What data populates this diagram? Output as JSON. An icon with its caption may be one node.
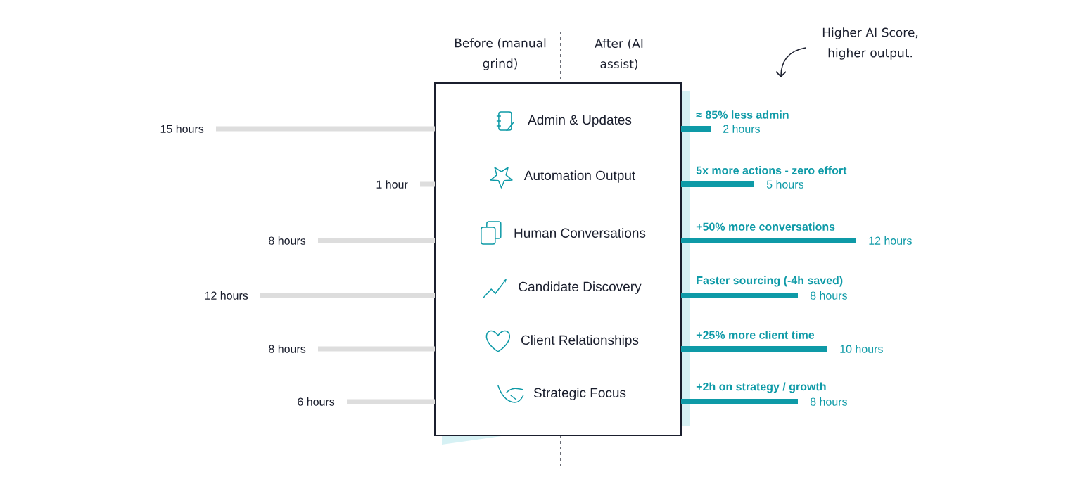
{
  "diagram": {
    "nodes": [
      {
        "text": [],
        "shape": "box"
      },
      {
        "text": [
          "Admin & Updates"
        ],
        "in": 0
      },
      {
        "text": [
          "Automation Output"
        ],
        "in": 0
      },
      {
        "text": [
          "Human Conversations"
        ],
        "in": 0
      },
      {
        "text": [
          "Candidate Discovery"
        ],
        "in": 0
      },
      {
        "text": [
          "Client Relationships"
        ],
        "in": 0
      },
      {
        "text": [
          "Strategic Focus"
        ],
        "in": 0
      }
    ],
    "labels": [
      "Before (manual grind)",
      "After (AI assist)",
      "Higher AI Score, higher output.",
      "15 hours",
      "≈ 85% less admin",
      "2 hours",
      "1 hour",
      "5x more actions - zero effort",
      "5 hours",
      "8 hours",
      "+50% more conversations",
      "12 hours",
      "12 hours",
      "Faster sourcing (-4h saved)",
      "8 hours",
      "8 hours",
      "+25% more client time",
      "10 hours",
      "6 hours",
      "+2h on strategy / growth",
      "8 hours"
    ]
  }
}
